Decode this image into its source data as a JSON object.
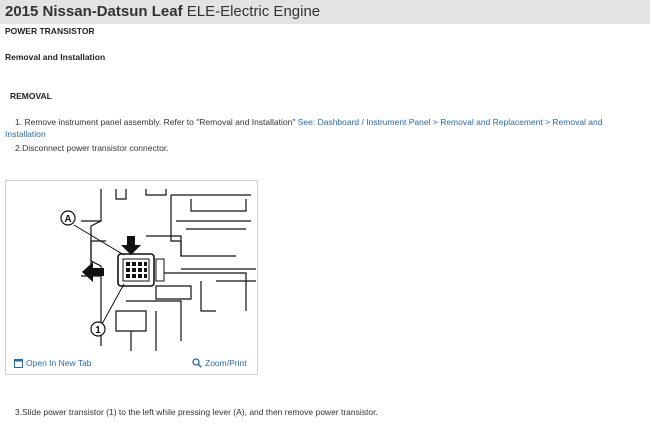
{
  "header": {
    "title_bold": "2015 Nissan-Datsun Leaf",
    "title_rest": " ELE-Electric Engine"
  },
  "section_title": "POWER TRANSISTOR",
  "subsection_title": "Removal and Installation",
  "removal_heading": "REMOVAL",
  "steps": {
    "step1_text": "1. Remove instrument panel assembly. Refer to \"Removal and Installation\" ",
    "step1_link": "See: Dashboard / Instrument Panel > Removal and Replacement > Removal and Installation",
    "step2": "2.Disconnect power transistor connector.",
    "step3": "3.Slide power transistor (1) to the left while pressing lever (A), and then remove power transistor."
  },
  "figure": {
    "label_a": "A",
    "label_1": "1",
    "open_new_tab": "Open In New Tab",
    "zoom_print": "Zoom/Print"
  }
}
